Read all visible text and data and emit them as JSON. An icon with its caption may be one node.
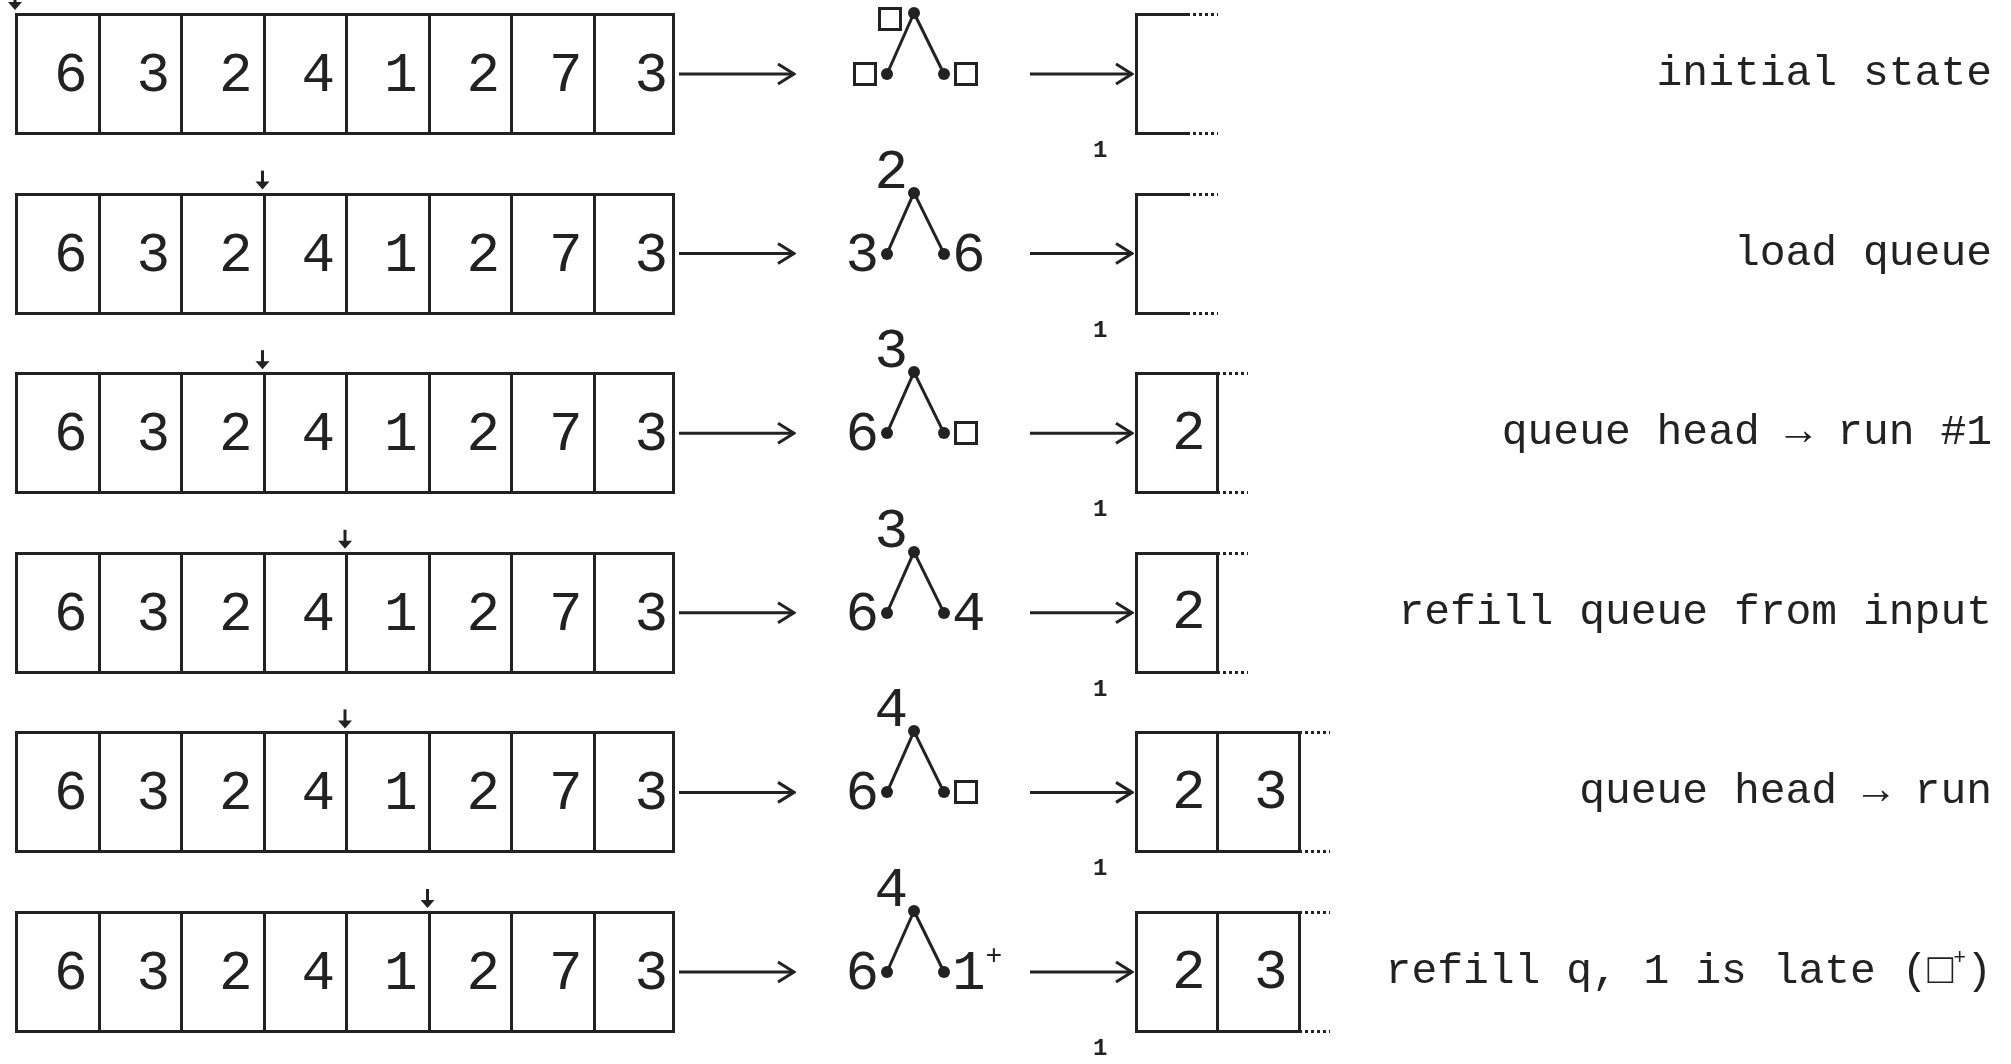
{
  "diagram": {
    "nodes": [
      {
        "text": [],
        "shape": "box"
      },
      {
        "text": [
          "6"
        ],
        "in": 0
      },
      {
        "text": [
          "3"
        ],
        "in": 0
      },
      {
        "text": [
          "2"
        ],
        "in": 0
      },
      {
        "text": [
          "4"
        ],
        "in": 0
      },
      {
        "text": [
          "1"
        ],
        "in": 0
      },
      {
        "text": [
          "2"
        ],
        "in": 0
      },
      {
        "text": [
          "7"
        ],
        "in": 0
      },
      {
        "text": [
          "3"
        ],
        "in": 0
      },
      {
        "text": [],
        "shape": "box"
      },
      {
        "text": [],
        "shape": "box"
      },
      {
        "text": [],
        "shape": "box"
      },
      {
        "text": [],
        "shape": "box",
        "beside": [
          "1"
        ]
      },
      {
        "text": [],
        "shape": "box"
      },
      {
        "text": [
          "6"
        ],
        "in": 13
      },
      {
        "text": [
          "3"
        ],
        "in": 13
      },
      {
        "text": [
          "2"
        ],
        "in": 13
      },
      {
        "text": [
          "4"
        ],
        "in": 13
      },
      {
        "text": [
          "1"
        ],
        "in": 13
      },
      {
        "text": [
          "2"
        ],
        "in": 13
      },
      {
        "text": [
          "7"
        ],
        "in": 13
      },
      {
        "text": [
          "3"
        ],
        "in": 13
      },
      {
        "text": [
          "2"
        ]
      },
      {
        "text": [
          "3"
        ]
      },
      {
        "text": [
          "6"
        ]
      },
      {
        "text": [],
        "shape": "box",
        "beside": [
          "1"
        ]
      },
      {
        "text": [],
        "shape": "box"
      },
      {
        "text": [
          "6"
        ],
        "in": 26
      },
      {
        "text": [
          "3"
        ],
        "in": 26
      },
      {
        "text": [
          "2"
        ],
        "in": 26
      },
      {
        "text": [
          "4"
        ],
        "in": 26
      },
      {
        "text": [
          "1"
        ],
        "in": 26
      },
      {
        "text": [
          "2"
        ],
        "in": 26
      },
      {
        "text": [
          "7"
        ],
        "in": 26
      },
      {
        "text": [
          "3"
        ],
        "in": 26
      },
      {
        "text": [
          "3"
        ]
      },
      {
        "text": [
          "6"
        ]
      },
      {
        "text": [],
        "shape": "box"
      },
      {
        "text": [],
        "shape": "box",
        "beside": [
          "1"
        ]
      },
      {
        "text": [
          "2"
        ],
        "in": 38
      },
      {
        "text": [],
        "shape": "box"
      },
      {
        "text": [
          "6"
        ],
        "in": 40
      },
      {
        "text": [
          "3"
        ],
        "in": 40
      },
      {
        "text": [
          "2"
        ],
        "in": 40
      },
      {
        "text": [
          "4"
        ],
        "in": 40
      },
      {
        "text": [
          "1"
        ],
        "in": 40
      },
      {
        "text": [
          "2"
        ],
        "in": 40
      },
      {
        "text": [
          "7"
        ],
        "in": 40
      },
      {
        "text": [
          "3"
        ],
        "in": 40
      },
      {
        "text": [
          "3"
        ]
      },
      {
        "text": [
          "6"
        ]
      },
      {
        "text": [
          "4"
        ]
      },
      {
        "text": [],
        "shape": "box",
        "beside": [
          "1"
        ]
      },
      {
        "text": [
          "2"
        ],
        "in": 52
      },
      {
        "text": [],
        "shape": "box"
      },
      {
        "text": [
          "6"
        ],
        "in": 54
      },
      {
        "text": [
          "3"
        ],
        "in": 54
      },
      {
        "text": [
          "2"
        ],
        "in": 54
      },
      {
        "text": [
          "4"
        ],
        "in": 54
      },
      {
        "text": [
          "1"
        ],
        "in": 54
      },
      {
        "text": [
          "2"
        ],
        "in": 54
      },
      {
        "text": [
          "7"
        ],
        "in": 54
      },
      {
        "text": [
          "3"
        ],
        "in": 54
      },
      {
        "text": [
          "4"
        ]
      },
      {
        "text": [
          "6"
        ]
      },
      {
        "text": [],
        "shape": "box"
      },
      {
        "text": [],
        "shape": "box",
        "beside": [
          "1"
        ]
      },
      {
        "text": [
          "2"
        ],
        "in": 66
      },
      {
        "text": [
          "3"
        ],
        "in": 66
      },
      {
        "text": [],
        "shape": "box"
      },
      {
        "text": [
          "6"
        ],
        "in": 69
      },
      {
        "text": [
          "3"
        ],
        "in": 69
      },
      {
        "text": [
          "2"
        ],
        "in": 69
      },
      {
        "text": [
          "4"
        ],
        "in": 69
      },
      {
        "text": [
          "1"
        ],
        "in": 69
      },
      {
        "text": [
          "2"
        ],
        "in": 69
      },
      {
        "text": [
          "7"
        ],
        "in": 69
      },
      {
        "text": [
          "3"
        ],
        "in": 69
      },
      {
        "text": [
          "4"
        ]
      },
      {
        "text": [
          "6"
        ]
      },
      {
        "text": [
          "1$^{+}$"
        ]
      },
      {
        "text": [],
        "shape": "box",
        "beside": [
          "1"
        ]
      },
      {
        "text": [
          "2"
        ],
        "in": 81
      },
      {
        "text": [
          "3"
        ],
        "in": 81
      }
    ],
    "edges": [
      {
        "from": 9,
        "to": 10,
        "arrow": "none"
      },
      {
        "from": 9,
        "to": 11,
        "arrow": "none"
      },
      {
        "from": 0,
        "to": 10,
        "arrow": "to"
      },
      {
        "from": 11,
        "to": 12,
        "arrow": "to"
      },
      {
        "from": 22,
        "to": 23,
        "arrow": "none"
      },
      {
        "from": 22,
        "to": 24,
        "arrow": "none"
      },
      {
        "from": 13,
        "to": 23,
        "arrow": "to"
      },
      {
        "from": 24,
        "to": 25,
        "arrow": "to"
      },
      {
        "from": 35,
        "to": 36,
        "arrow": "none"
      },
      {
        "from": 35,
        "to": 37,
        "arrow": "none"
      },
      {
        "from": 26,
        "to": 36,
        "arrow": "to"
      },
      {
        "from": 37,
        "to": 38,
        "arrow": "to"
      },
      {
        "from": 49,
        "to": 50,
        "arrow": "none"
      },
      {
        "from": 49,
        "to": 51,
        "arrow": "none"
      },
      {
        "from": 40,
        "to": 50,
        "arrow": "to"
      },
      {
        "from": 51,
        "to": 52,
        "arrow": "to"
      },
      {
        "from": 63,
        "to": 64,
        "arrow": "none"
      },
      {
        "from": 63,
        "to": 65,
        "arrow": "none"
      },
      {
        "from": 54,
        "to": 64,
        "arrow": "to"
      },
      {
        "from": 65,
        "to": 66,
        "arrow": "to"
      },
      {
        "from": 78,
        "to": 79,
        "arrow": "none"
      },
      {
        "from": 78,
        "to": 80,
        "arrow": "none"
      },
      {
        "from": 69,
        "to": 79,
        "arrow": "to"
      },
      {
        "from": 80,
        "to": 81,
        "arrow": "to"
      }
    ],
    "labels": [
      "initial state",
      "load queue",
      "queue head → run #1",
      "refill queue from input",
      "queue head → run",
      "refill q, 1 is late (□$^{+}$)"
    ]
  }
}
